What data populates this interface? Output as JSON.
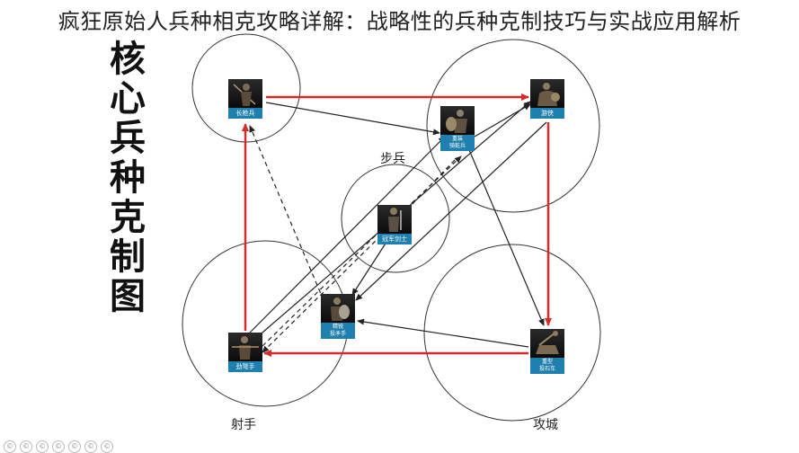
{
  "page": {
    "title": "疯狂原始人兵种相克攻略详解：战略性的兵种克制技巧与实战应用解析"
  },
  "diagram": {
    "side_title": [
      "核",
      "心",
      "兵",
      "种",
      "克",
      "制",
      "图"
    ],
    "groups": {
      "infantry": "步兵",
      "archers": "射手",
      "siege": "攻城"
    },
    "units": {
      "spearman": "长枪兵",
      "cavalry": "游侠",
      "heavy_cavalry_1": "重装",
      "heavy_cavalry_2": "骑乾兵",
      "champion": "冠军剑士",
      "crossbow": "劲弩手",
      "skirmisher_1": "精锐",
      "skirmisher_2": "投矛手",
      "trebuchet_1": "重型",
      "trebuchet_2": "投石车"
    },
    "colors": {
      "strong_counter": "#d42a2a",
      "counter": "#222222",
      "circle": "#333333",
      "caption_bg": "#1f7fae"
    }
  },
  "footer": {
    "icons": [
      "circle-icon",
      "circle-icon",
      "circle-icon",
      "circle-icon",
      "circle-icon",
      "circle-icon",
      "circle-icon"
    ]
  }
}
